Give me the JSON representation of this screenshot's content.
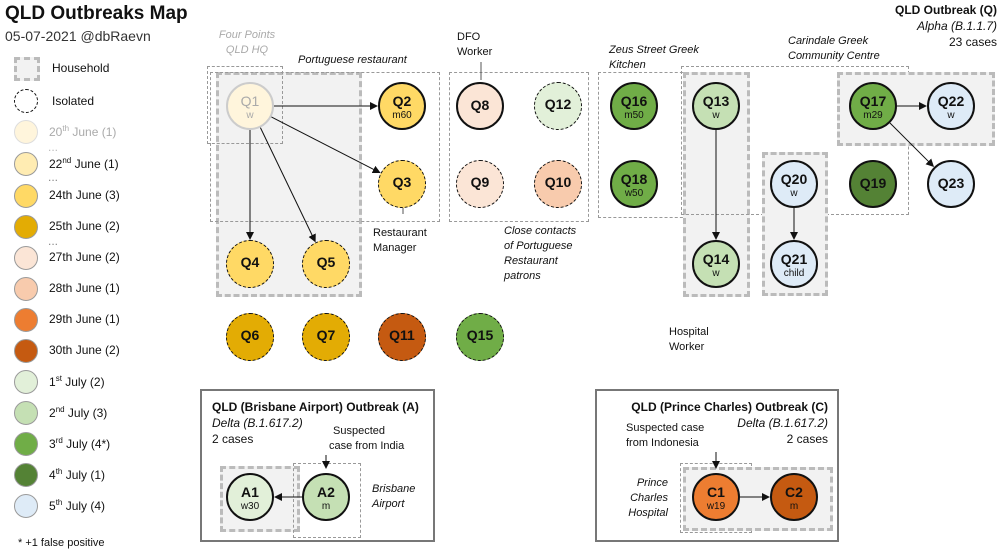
{
  "header": {
    "title": "QLD Outbreaks Map",
    "subtitle": "05-07-2021 @dbRaevn"
  },
  "legend": {
    "household": "Household",
    "isolated": "Isolated",
    "items": [
      {
        "label": "20",
        "sup": "th",
        "rest": " June (1)",
        "color": "#fff5dc",
        "faded": true
      },
      {
        "label": "22",
        "sup": "nd",
        "rest": " June (1)",
        "color": "#ffecb2"
      },
      {
        "label": "24th June (3)",
        "color": "#ffd965"
      },
      {
        "label": "25th June (2)",
        "color": "#e3ac04"
      },
      {
        "label": "27th June (2)",
        "color": "#fbe5d6"
      },
      {
        "label": "28th June (1)",
        "color": "#f8cbad"
      },
      {
        "label": "29th June (1)",
        "color": "#ed7d31"
      },
      {
        "label": "30th June (2)",
        "color": "#c55a11"
      },
      {
        "label": "1",
        "sup": "st",
        "rest": " July (2)",
        "color": "#e2f0d9"
      },
      {
        "label": "2",
        "sup": "nd",
        "rest": " July (3)",
        "color": "#c5e0b4"
      },
      {
        "label": "3",
        "sup": "rd",
        "rest": " July (4*)",
        "color": "#70ad47"
      },
      {
        "label": "4",
        "sup": "th",
        "rest": " July (1)",
        "color": "#548235"
      },
      {
        "label": "5",
        "sup": "th",
        "rest": " July (4)",
        "color": "#deebf7"
      }
    ],
    "footnote": "* +1 false positive",
    "dots": "..."
  },
  "outbreak_q": {
    "title": "QLD Outbreak (Q)",
    "variant": "Alpha (B.1.1.7)",
    "count": "23 cases"
  },
  "outbreak_a": {
    "title": "QLD (Brisbane Airport) Outbreak (A)",
    "variant": "Delta (B.1.617.2)",
    "count": "2 cases",
    "suspected_1": "Suspected",
    "suspected_2": "case from India",
    "loc_1": "Brisbane",
    "loc_2": "Airport"
  },
  "outbreak_c": {
    "title": "QLD (Prince Charles) Outbreak (C)",
    "variant": "Delta (B.1.617.2)",
    "count": "2 cases",
    "suspected_1": "Suspected case",
    "suspected_2": "from Indonesia",
    "loc_1": "Prince",
    "loc_2": "Charles",
    "loc_3": "Hospital"
  },
  "annotations": {
    "four_points_1": "Four Points",
    "four_points_2": "QLD HQ",
    "portuguese": "Portuguese restaurant",
    "dfo_1": "DFO",
    "dfo_2": "Worker",
    "zeus_1": "Zeus Street Greek",
    "zeus_2": "Kitchen",
    "carindale_1": "Carindale Greek",
    "carindale_2": "Community Centre",
    "manager_1": "Restaurant",
    "manager_2": "Manager",
    "close_1": "Close contacts",
    "close_2": "of Portuguese",
    "close_3": "Restaurant",
    "close_4": "patrons",
    "hospital_1": "Hospital",
    "hospital_2": "Worker"
  },
  "nodes": [
    {
      "id": "Q1",
      "sub": "w",
      "color": "#fff5dc",
      "faded": true
    },
    {
      "id": "Q2",
      "sub": "m60",
      "color": "#ffd965"
    },
    {
      "id": "Q3",
      "sub": "",
      "color": "#ffd965",
      "isolated": true
    },
    {
      "id": "Q4",
      "sub": "",
      "color": "#ffd965",
      "isolated": true
    },
    {
      "id": "Q5",
      "sub": "",
      "color": "#ffd965",
      "isolated": true
    },
    {
      "id": "Q6",
      "sub": "",
      "color": "#e3ac04",
      "isolated": true
    },
    {
      "id": "Q7",
      "sub": "",
      "color": "#e3ac04",
      "isolated": true
    },
    {
      "id": "Q8",
      "sub": "",
      "color": "#fbe5d6"
    },
    {
      "id": "Q9",
      "sub": "",
      "color": "#fbe5d6",
      "isolated": true
    },
    {
      "id": "Q10",
      "sub": "",
      "color": "#f8cbad",
      "isolated": true
    },
    {
      "id": "Q11",
      "sub": "",
      "color": "#c55a11",
      "isolated": true
    },
    {
      "id": "Q12",
      "sub": "",
      "color": "#e2f0d9",
      "isolated": true
    },
    {
      "id": "Q13",
      "sub": "w",
      "color": "#c5e0b4"
    },
    {
      "id": "Q14",
      "sub": "w",
      "color": "#c5e0b4"
    },
    {
      "id": "Q15",
      "sub": "",
      "color": "#70ad47",
      "isolated": true
    },
    {
      "id": "Q16",
      "sub": "m50",
      "color": "#70ad47"
    },
    {
      "id": "Q17",
      "sub": "m29",
      "color": "#70ad47"
    },
    {
      "id": "Q18",
      "sub": "w50",
      "color": "#70ad47"
    },
    {
      "id": "Q19",
      "sub": "",
      "color": "#548235"
    },
    {
      "id": "Q20",
      "sub": "w",
      "color": "#deebf7"
    },
    {
      "id": "Q21",
      "sub": "child",
      "color": "#deebf7"
    },
    {
      "id": "Q22",
      "sub": "w",
      "color": "#deebf7"
    },
    {
      "id": "Q23",
      "sub": "",
      "color": "#deebf7"
    },
    {
      "id": "A1",
      "sub": "w30",
      "color": "#e2f0d9"
    },
    {
      "id": "A2",
      "sub": "m",
      "color": "#c5e0b4"
    },
    {
      "id": "C1",
      "sub": "w19",
      "color": "#ed7d31"
    },
    {
      "id": "C2",
      "sub": "m",
      "color": "#c55a11"
    }
  ],
  "edges": [
    [
      "Q1",
      "Q2"
    ],
    [
      "Q1",
      "Q3"
    ],
    [
      "Q1",
      "Q4"
    ],
    [
      "Q1",
      "Q5"
    ],
    [
      "Q13",
      "Q14"
    ],
    [
      "Q20",
      "Q21"
    ],
    [
      "Q17",
      "Q22"
    ],
    [
      "Q17",
      "Q23"
    ],
    [
      "A2",
      "A1"
    ],
    [
      "C1",
      "C2"
    ]
  ]
}
